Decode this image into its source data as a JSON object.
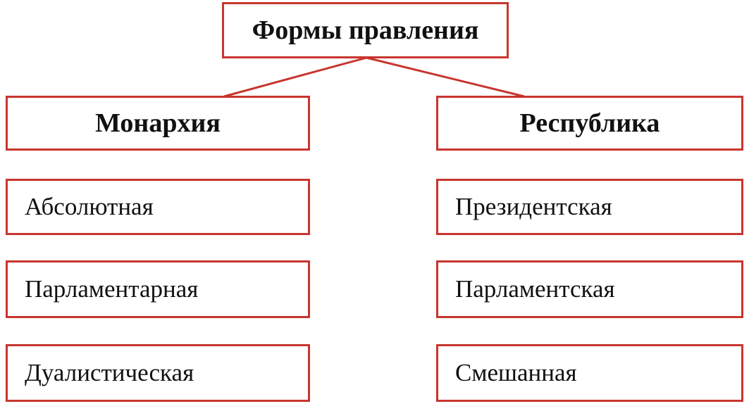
{
  "diagram": {
    "root": {
      "label": "Формы правления"
    },
    "branches": [
      {
        "label": "Монархия",
        "items": [
          "Абсолютная",
          "Парламентарная",
          "Дуалистическая"
        ]
      },
      {
        "label": "Республика",
        "items": [
          "Президентская",
          "Парламентская",
          "Смешанная"
        ]
      }
    ]
  },
  "colors": {
    "border": "#c8352e",
    "text": "#111111",
    "background": "#ffffff"
  }
}
